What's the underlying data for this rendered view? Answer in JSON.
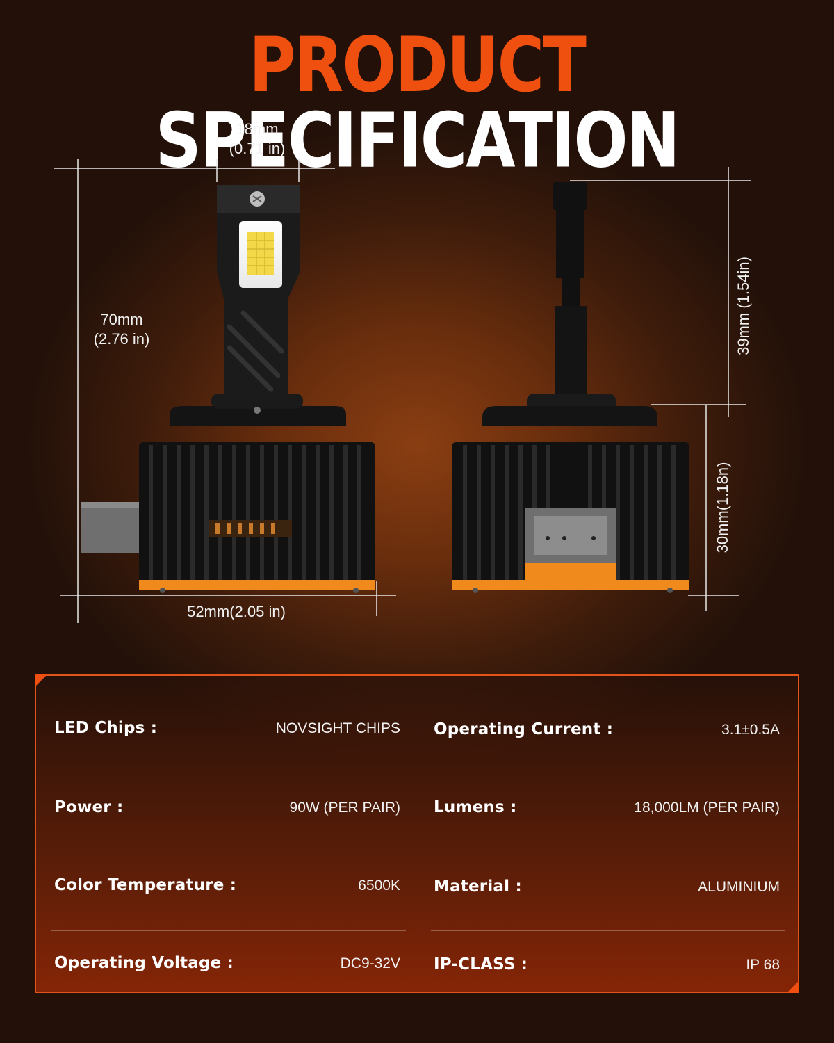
{
  "title": {
    "part1": "PRODUCT",
    "part2": "SPECIFICATION"
  },
  "colors": {
    "accent": "#f0500f",
    "panel_border": "#e3541b",
    "orange_base": "#f08a1c"
  },
  "dimensions": {
    "width_top": {
      "mm": "18mm",
      "in": "(0.71 in)"
    },
    "height_total": {
      "mm": "70mm",
      "in": "(2.76 in)"
    },
    "width_base": "52mm(2.05 in)",
    "height_upper": "39mm (1.54in)",
    "height_lower": "30mm(1.18n)"
  },
  "specs": {
    "left": [
      {
        "label": "LED Chips :",
        "value": "NOVSIGHT CHIPS"
      },
      {
        "label": "Power :",
        "value": "90W (PER PAIR)"
      },
      {
        "label": "Color Temperature :",
        "value": "6500K"
      },
      {
        "label": "Operating Voltage :",
        "value": "DC9-32V"
      }
    ],
    "right": [
      {
        "label": "Operating Current :",
        "value": "3.1±0.5A"
      },
      {
        "label": "Lumens :",
        "value": "18,000LM (PER PAIR)"
      },
      {
        "label": "Material :",
        "value": "ALUMINIUM"
      },
      {
        "label": "IP-CLASS :",
        "value": "IP 68"
      }
    ]
  }
}
